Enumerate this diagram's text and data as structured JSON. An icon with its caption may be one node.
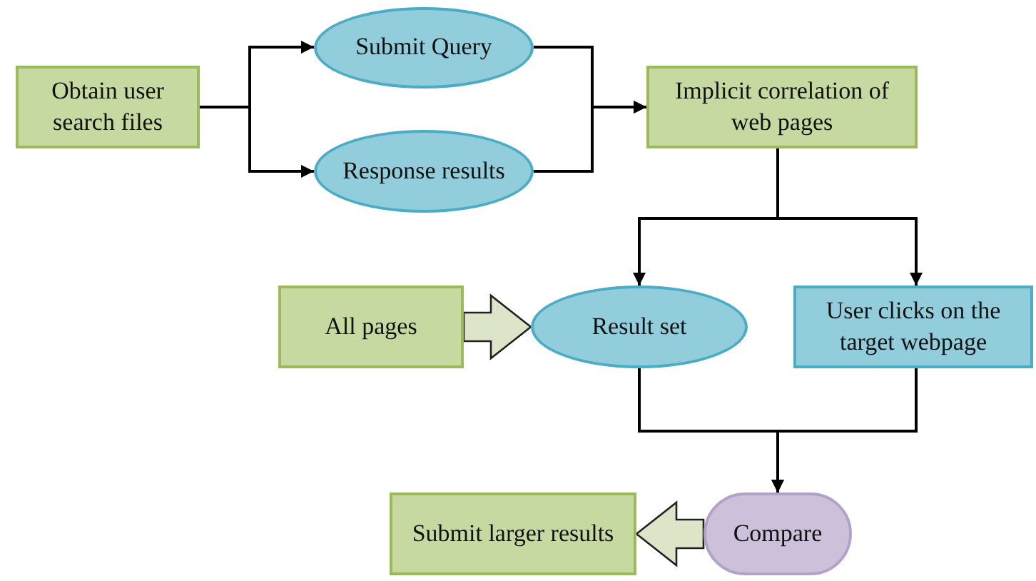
{
  "diagram": {
    "nodes": [
      {
        "text": [
          "Obtain user search files"
        ]
      },
      {
        "text": [
          "Submit Query"
        ]
      },
      {
        "text": [
          "Response results"
        ]
      },
      {
        "text": [
          "Implicit correlation of web pages"
        ]
      },
      {
        "text": [
          "All pages"
        ]
      },
      {
        "text": [
          "Result set"
        ]
      },
      {
        "text": [
          "User clicks on the target webpage"
        ]
      },
      {
        "text": [
          "Compare"
        ]
      },
      {
        "text": [
          "Submit larger results"
        ]
      }
    ],
    "edges": [
      {
        "from": 0,
        "to": 1,
        "arrow": "to"
      },
      {
        "from": 0,
        "to": 2,
        "arrow": "to"
      },
      {
        "from": 1,
        "to": 3,
        "arrow": "to"
      },
      {
        "from": 2,
        "to": 3,
        "arrow": "to"
      },
      {
        "from": 3,
        "to": 5,
        "arrow": "to"
      },
      {
        "from": 3,
        "to": 6,
        "arrow": "to"
      },
      {
        "from": 4,
        "to": 5,
        "arrow": "to",
        "style": "thick"
      },
      {
        "from": 5,
        "to": 7,
        "arrow": "to"
      },
      {
        "from": 6,
        "to": 7,
        "arrow": "to"
      },
      {
        "from": 7,
        "to": 8,
        "arrow": "to",
        "style": "thick"
      }
    ]
  }
}
